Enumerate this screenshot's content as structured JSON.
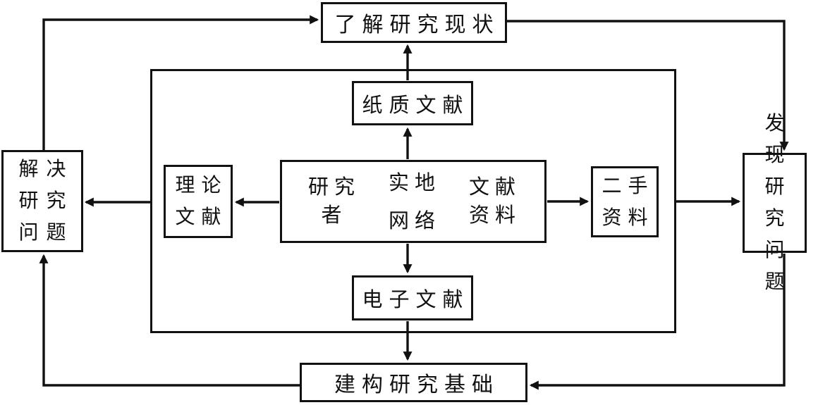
{
  "diagram": {
    "background": "#ffffff",
    "line_color": "#111111",
    "nodes": {
      "understand_status": {
        "label": "了解研究现状"
      },
      "build_foundation": {
        "label": "建构研究基础"
      },
      "paper_literature": {
        "label": "纸质文献"
      },
      "electronic_literature": {
        "label": "电子文献"
      },
      "solve_problem": {
        "lines": [
          "解决",
          "研究",
          "问题"
        ]
      },
      "discover_problem": {
        "lines": [
          "发现",
          "研究",
          "问题"
        ]
      },
      "theory_literature": {
        "lines": [
          "理论",
          "文献"
        ]
      },
      "secondhand_data": {
        "lines": [
          "二手",
          "资料"
        ]
      },
      "researcher": {
        "lines": [
          "研究",
          "者"
        ]
      },
      "literature_data": {
        "lines": [
          "文献",
          "资料"
        ]
      },
      "channel": {
        "top": "实地",
        "bottom": "网络"
      }
    }
  }
}
